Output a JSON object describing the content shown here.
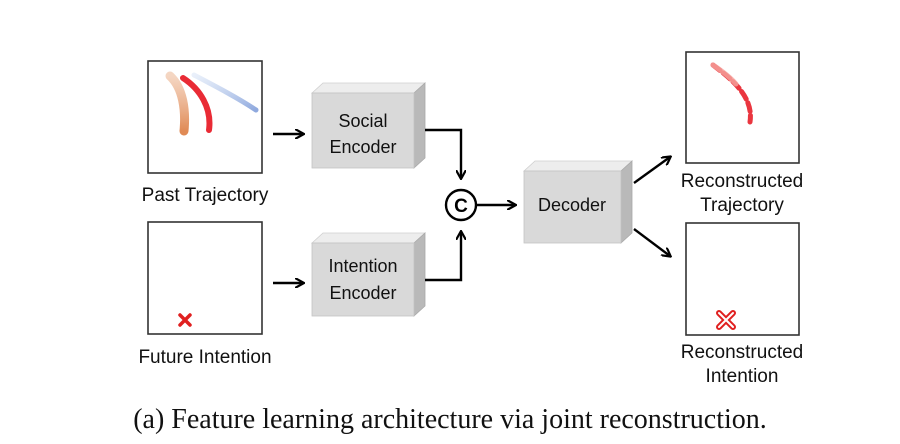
{
  "diagram": {
    "inputs": {
      "past_trajectory_label": "Past Trajectory",
      "future_intention_label": "Future Intention"
    },
    "encoders": {
      "social": {
        "line1": "Social",
        "line2": "Encoder"
      },
      "intention": {
        "line1": "Intention",
        "line2": "Encoder"
      }
    },
    "concat_symbol": "C",
    "decoder_label": "Decoder",
    "outputs": {
      "reconstructed_trajectory": {
        "line1": "Reconstructed",
        "line2": "Trajectory"
      },
      "reconstructed_intention": {
        "line1": "Reconstructed",
        "line2": "Intention"
      }
    },
    "caption": "(a) Feature learning architecture via joint reconstruction."
  },
  "colors": {
    "block_front": "#d9d9d9",
    "block_top": "#ededed",
    "block_side": "#b9b9b9",
    "trajectory_red": "#e8202a",
    "trajectory_orange": "#e8a27a",
    "trajectory_blue": "#9db7e3",
    "marker_red": "#e02020"
  }
}
